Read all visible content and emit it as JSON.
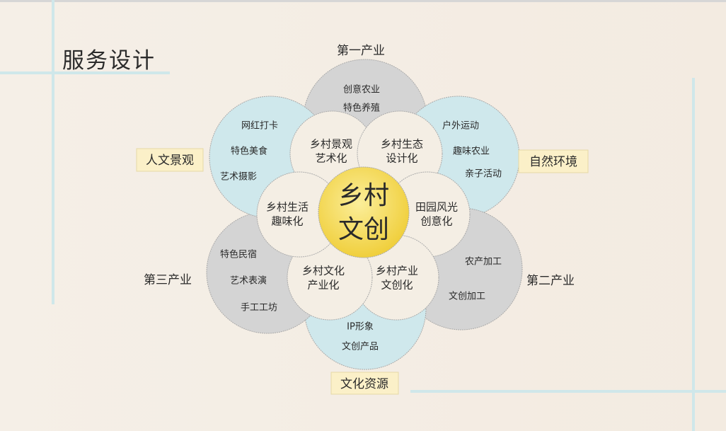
{
  "title": "服务设计",
  "center": {
    "line1": "乡村",
    "line2": "文创"
  },
  "inner": [
    {
      "line1": "乡村景观",
      "line2": "艺术化"
    },
    {
      "line1": "乡村生态",
      "line2": "设计化"
    },
    {
      "line1": "田园风光",
      "line2": "创意化"
    },
    {
      "line1": "乡村产业",
      "line2": "文创化"
    },
    {
      "line1": "乡村文化",
      "line2": "产业化"
    },
    {
      "line1": "乡村生活",
      "line2": "趣味化"
    }
  ],
  "outer": [
    {
      "label": "第一产业",
      "items": [
        "创意农业",
        "特色养殖"
      ]
    },
    {
      "label": "自然环境",
      "items": [
        "户外运动",
        "趣味农业",
        "亲子活动"
      ]
    },
    {
      "label": "第二产业",
      "items": [
        "农产加工",
        "文创加工"
      ]
    },
    {
      "label": "文化资源",
      "items": [
        "IP形象",
        "文创产品"
      ]
    },
    {
      "label": "第三产业",
      "items": [
        "特色民宿",
        "艺术表演",
        "手工工坊"
      ]
    },
    {
      "label": "人文景观",
      "items": [
        "网红打卡",
        "特色美食",
        "艺术摄影"
      ]
    }
  ],
  "colors": {
    "grey": "#d3d3d3",
    "blue": "#cfe9ec",
    "inner": "#f4eee4",
    "center": "#f5d94a",
    "labelBox": "#fbf0c8"
  }
}
